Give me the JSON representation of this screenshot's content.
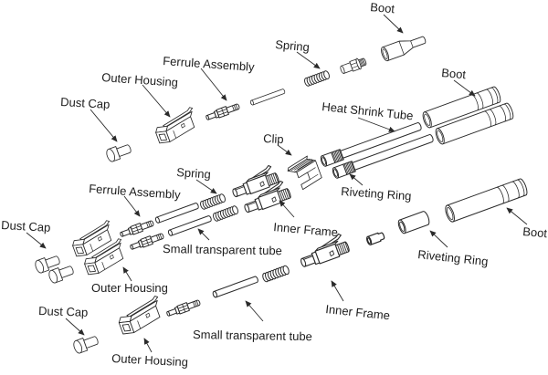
{
  "diagram": {
    "background_color": "#ffffff",
    "line_color": "#2a2a2a",
    "text_color": "#1c1c1c",
    "labels": [
      {
        "id": "boot-top",
        "text": "Boot"
      },
      {
        "id": "spring-top",
        "text": "Spring"
      },
      {
        "id": "ferrule-assembly-top",
        "text": "Ferrule Assembly"
      },
      {
        "id": "outer-housing-top",
        "text": "Outer Housing"
      },
      {
        "id": "boot-right-upper",
        "text": "Boot"
      },
      {
        "id": "dust-cap-top",
        "text": "Dust Cap"
      },
      {
        "id": "heat-shrink-tube",
        "text": "Heat Shrink Tube"
      },
      {
        "id": "clip",
        "text": "Clip"
      },
      {
        "id": "spring-middle",
        "text": "Spring"
      },
      {
        "id": "ferrule-assembly-middle",
        "text": "Ferrule Assembly"
      },
      {
        "id": "riveting-ring-upper",
        "text": "Riveting Ring"
      },
      {
        "id": "inner-frame-middle",
        "text": "Inner Frame"
      },
      {
        "id": "dust-cap-middle",
        "text": "Dust Cap"
      },
      {
        "id": "small-transparent-tube-middle",
        "text": "Small transparent tube"
      },
      {
        "id": "boot-bottom-right",
        "text": "Boot"
      },
      {
        "id": "riveting-ring-lower",
        "text": "Riveting Ring"
      },
      {
        "id": "outer-housing-middle",
        "text": "Outer Housing"
      },
      {
        "id": "dust-cap-bottom",
        "text": "Dust Cap"
      },
      {
        "id": "inner-frame-bottom",
        "text": "Inner Frame"
      },
      {
        "id": "small-transparent-tube-bottom",
        "text": "Small transparent tube"
      },
      {
        "id": "outer-housing-bottom",
        "text": "Outer Housing"
      }
    ]
  }
}
